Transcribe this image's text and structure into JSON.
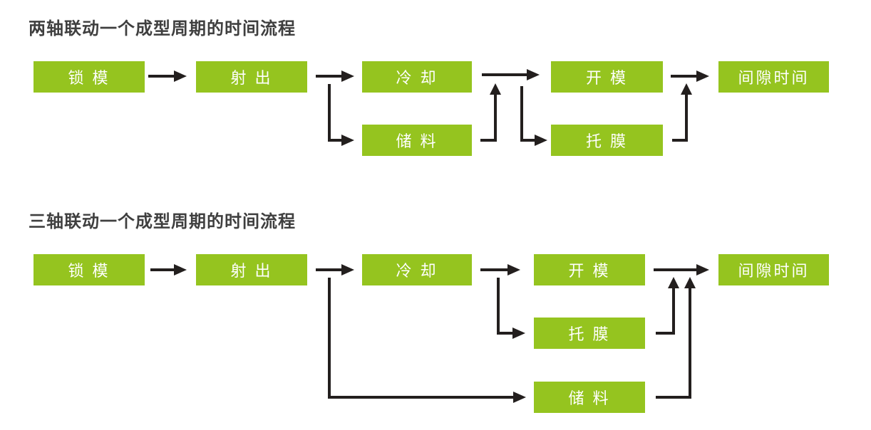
{
  "colors": {
    "background": "#ffffff",
    "box_fill": "#95c41f",
    "box_text": "#ffffff",
    "arrow": "#231f1e",
    "title_text": "#3f3f3f"
  },
  "flow1": {
    "title": "两轴联动一个成型周期的时间流程",
    "nodes": {
      "lock": {
        "label": "锁 模"
      },
      "inject": {
        "label": "射 出"
      },
      "cool": {
        "label": "冷 却"
      },
      "store": {
        "label": "储 料"
      },
      "open": {
        "label": "开 模"
      },
      "eject": {
        "label": "托 膜"
      },
      "gap": {
        "label": "间隙时间"
      }
    },
    "edges": [
      "锁模→射出",
      "射出→冷却",
      "射出→储料",
      "冷却→开模",
      "储料→开模",
      "冷却→托膜",
      "开模→间隙时间",
      "托膜→间隙时间"
    ]
  },
  "flow2": {
    "title": "三轴联动一个成型周期的时间流程",
    "nodes": {
      "lock": {
        "label": "锁 模"
      },
      "inject": {
        "label": "射 出"
      },
      "cool": {
        "label": "冷 却"
      },
      "open": {
        "label": "开 模"
      },
      "eject": {
        "label": "托 膜"
      },
      "store": {
        "label": "储 料"
      },
      "gap": {
        "label": "间隙时间"
      }
    },
    "edges": [
      "锁模→射出",
      "射出→冷却",
      "射出→储料",
      "冷却→开模",
      "冷却→托膜",
      "开模→间隙时间",
      "托膜→间隙时间",
      "储料→间隙时间"
    ]
  }
}
